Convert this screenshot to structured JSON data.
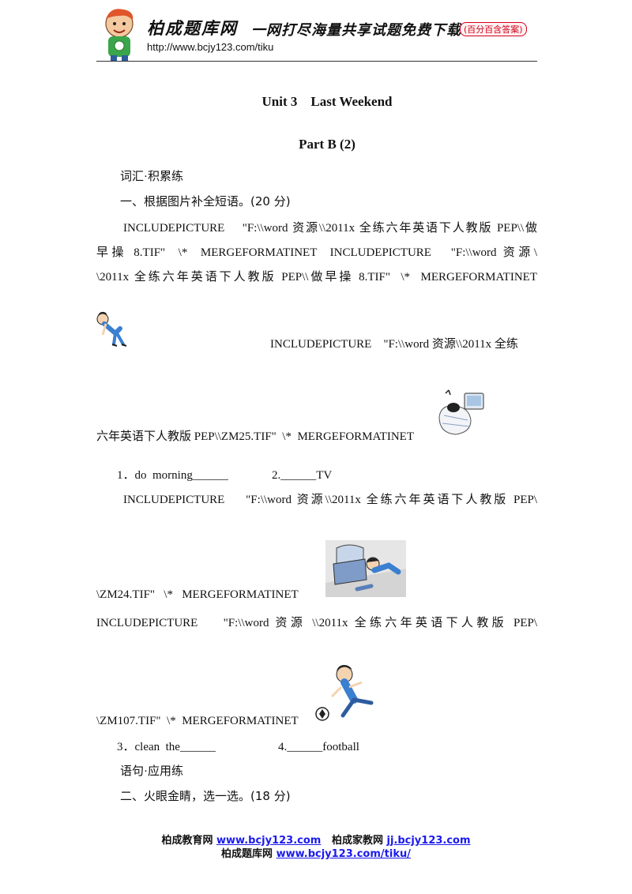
{
  "header": {
    "site_title": "柏成题库网",
    "slogan": "一网打尽海量共享试题免费下载",
    "badge": "(百分百含答案)",
    "url": "http://www.bcjy123.com/tiku"
  },
  "title": "Unit 3    Last Weekend",
  "part": "Part B (2)",
  "sections": {
    "vocab_label": "词汇·积累练",
    "q1_heading": "一、根据图片补全短语。(20 分)",
    "sentence_label": "语句·应用练",
    "q2_heading": "二、火眼金睛，选一选。(18 分)"
  },
  "field_codes": {
    "l1": "INCLUDEPICTURE    \"F:\\\\word 资源\\\\2011x 全练六年英语下人教版 PEP\\\\做",
    "l2": "早操 8.TIF\"  \\*  MERGEFORMATINET  INCLUDEPICTURE   \"F:\\\\word 资源\\",
    "l3": "\\2011x 全练六年英语下人教版 PEP\\\\做早操 8.TIF\"  \\*  MERGEFORMATINET",
    "l4": "INCLUDEPICTURE    \"F:\\\\word 资源\\\\2011x 全练",
    "l5": "六年英语下人教版 PEP\\\\ZM25.TIF\"  \\*  MERGEFORMATINET",
    "l6": "INCLUDEPICTURE    \"F:\\\\word 资源\\\\2011x 全练六年英语下人教版 PEP\\",
    "l7": "\\ZM24.TIF\"   \\*   MERGEFORMATINET",
    "l8": "INCLUDEPICTURE    \"F:\\\\word 资源 \\\\2011x 全练六年英语下人教版 PEP\\",
    "l9": "\\ZM107.TIF\"  \\*  MERGEFORMATINET"
  },
  "items": {
    "row1_a": "1．do  morning______",
    "row1_b": "2.______TV",
    "row2_a": "3．clean  the______",
    "row2_b": "4.______football"
  },
  "footer": {
    "l1_a": "柏成教育网",
    "l1_a_link": "www.bcjy123.com",
    "l1_b": "柏成家教网",
    "l1_b_link": "jj.bcjy123.com",
    "l2_a": "柏成题库网",
    "l2_a_link": "www.bcjy123.com/tiku/"
  },
  "colors": {
    "accent_red": "#d0021b",
    "link_blue": "#1a1aee"
  }
}
